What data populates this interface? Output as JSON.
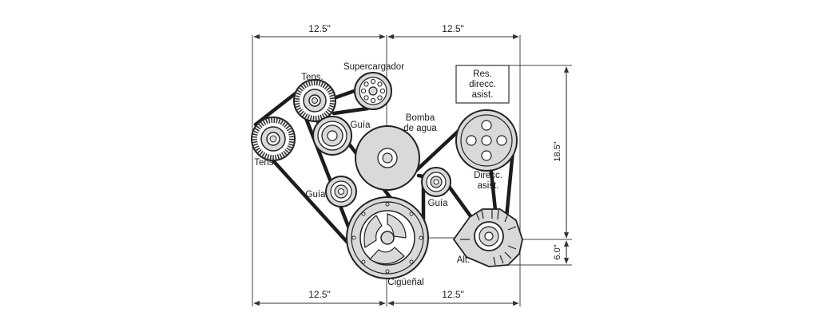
{
  "dimensions": {
    "top_left": "12.5\"",
    "top_right": "12.5\"",
    "bottom_left": "12.5\"",
    "bottom_right": "12.5\"",
    "right_tall": "18.5\"",
    "right_short": "6.0\""
  },
  "labels": {
    "supercharger": "Supercargador",
    "tensioner_top": "Tens.",
    "tensioner_left": "Tens.",
    "idler_top": "Guía",
    "idler_left": "Guía",
    "idler_right": "Guía",
    "water_pump_1": "Bomba",
    "water_pump_2": "de agua",
    "reservoir_1": "Res.",
    "reservoir_2": "direcc.",
    "reservoir_3": "asist.",
    "power_steering_1": "Direcc.",
    "power_steering_2": "asist.",
    "alternator": "Alt.",
    "crankshaft": "Cigüeñal"
  },
  "colors": {
    "belt": "#1c1c1c",
    "pulley_fill": "#d9d9d9",
    "pulley_stroke": "#2a2a2a",
    "line": "#333333"
  }
}
